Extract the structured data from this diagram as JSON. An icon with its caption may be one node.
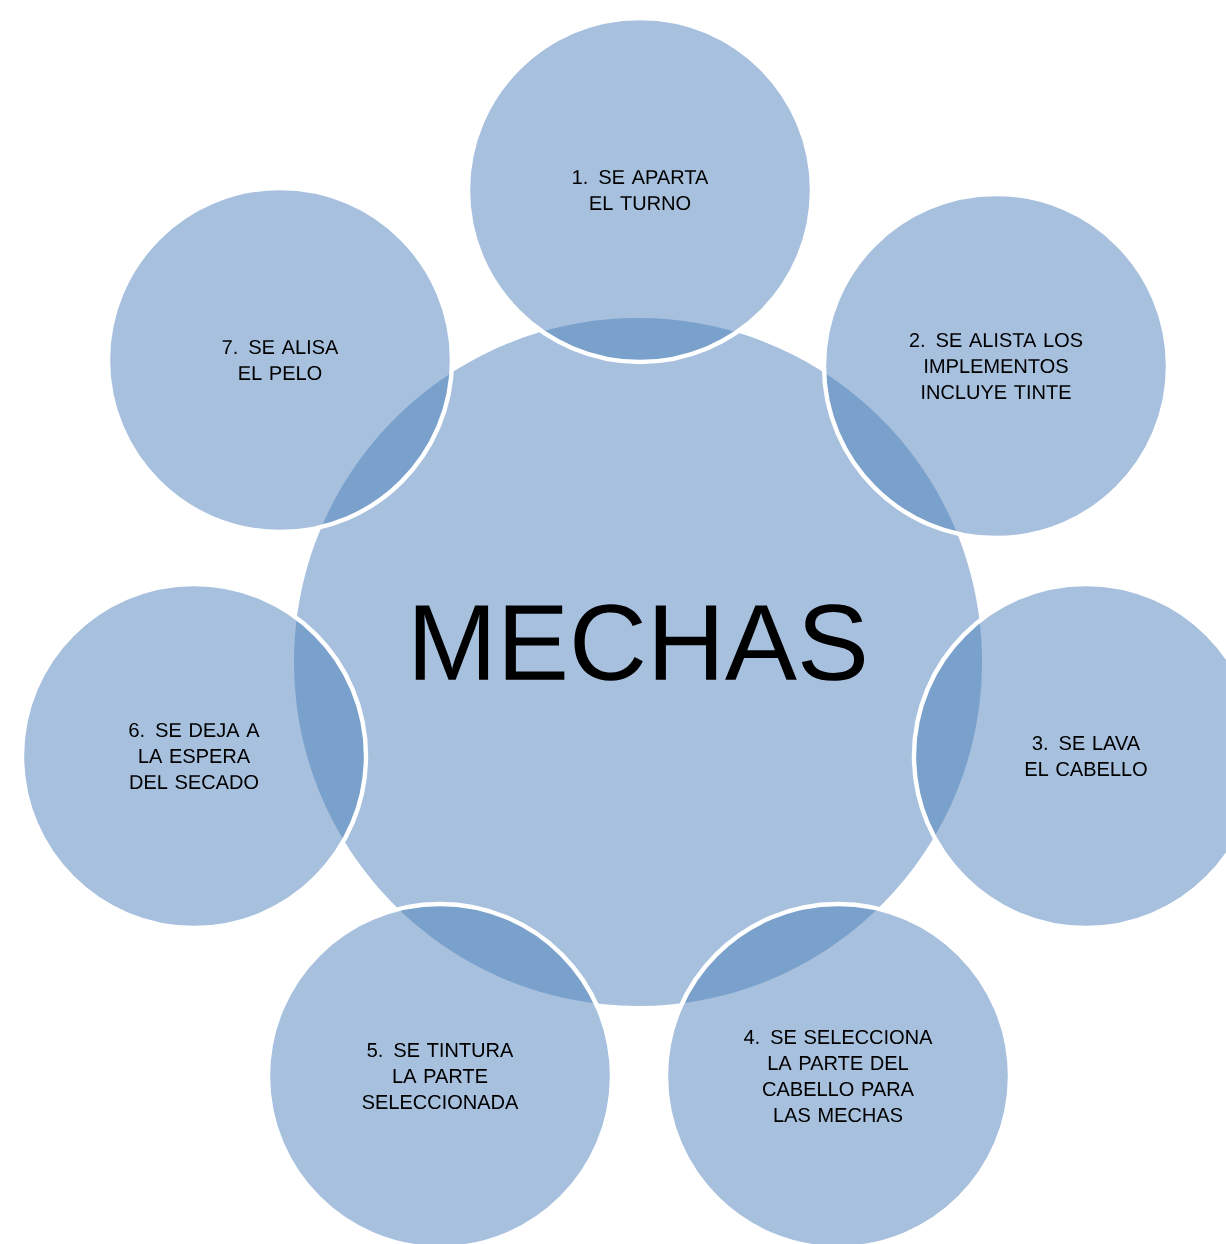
{
  "diagram": {
    "nodes": [
      {
        "text": [
          "MECHAS"
        ]
      },
      {
        "text": [
          "1. SE APARTA EL TURNO"
        ]
      },
      {
        "text": [
          "2. SE ALISTA LOS IMPLEMENTOS INCLUYE TINTE"
        ]
      },
      {
        "text": [
          "3. SE LAVA EL CABELLO"
        ]
      },
      {
        "text": [
          "4. SE SELECCIONA LA PARTE DEL CABELLO PARA LAS MECHAS"
        ]
      },
      {
        "text": [
          "5. SE TINTURA LA PARTE SELECCIONADA"
        ]
      },
      {
        "text": [
          "6. SE DEJA A LA ESPERA DEL SECADO"
        ]
      },
      {
        "text": [
          "7. SE ALISA EL PELO"
        ]
      }
    ]
  }
}
